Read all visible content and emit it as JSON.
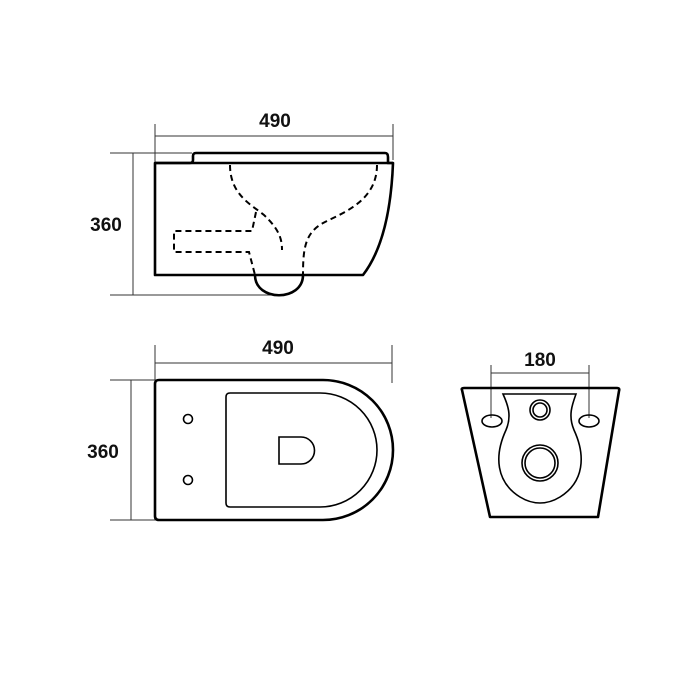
{
  "dimensions": {
    "side_view_width": "490",
    "side_view_height": "360",
    "top_view_width": "490",
    "top_view_height": "360",
    "back_view_fixing_distance": "180"
  }
}
